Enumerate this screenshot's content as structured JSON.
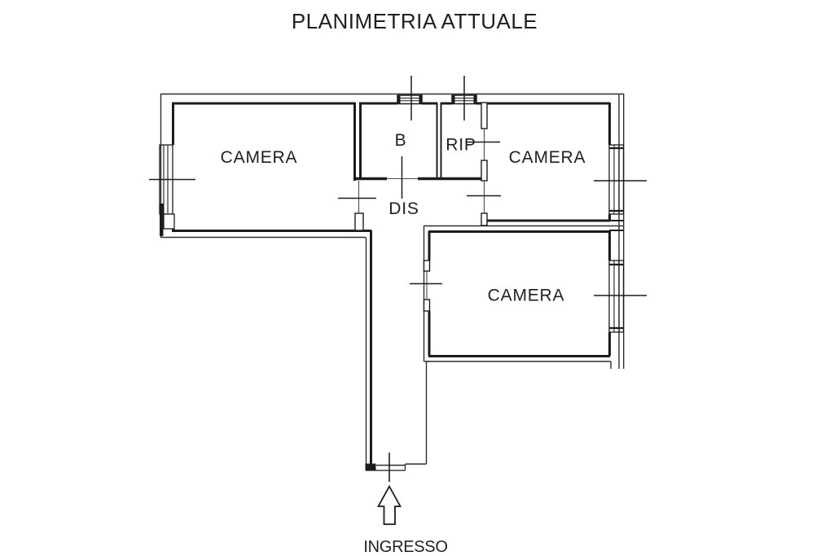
{
  "title": "PLANIMETRIA ATTUALE",
  "plan": {
    "rooms": [
      {
        "id": "camera-left",
        "label": "CAMERA"
      },
      {
        "id": "bagno",
        "label": "B"
      },
      {
        "id": "ripostiglio",
        "label": "RIP"
      },
      {
        "id": "camera-top-right",
        "label": "CAMERA"
      },
      {
        "id": "disimpegno",
        "label": "DIS"
      },
      {
        "id": "camera-bottom-right",
        "label": "CAMERA"
      }
    ],
    "entrance": {
      "label": "INGRESSO",
      "arrow_direction": "up"
    },
    "symbols": {
      "windows": 5,
      "door_markers": 6
    },
    "colors": {
      "background": "#ffffff",
      "wall_line": "#1c1c1c",
      "thin_line": "#2e2e2e",
      "text": "#1f1f1f"
    }
  }
}
